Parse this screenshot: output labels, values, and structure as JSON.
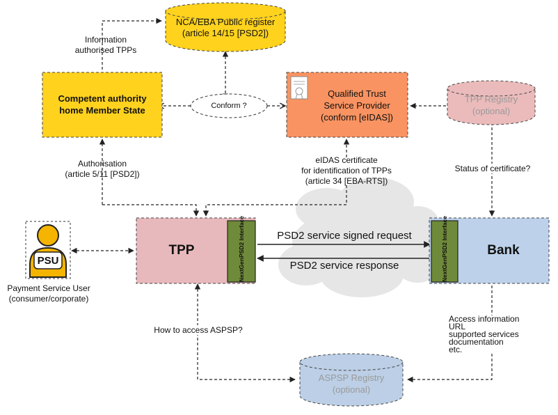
{
  "nodes": {
    "public_register": {
      "line1": "NCA/EBA Public register",
      "line2": "(article 14/15 [PSD2])"
    },
    "competent_authority": {
      "line1": "Competent authority",
      "line2": "home Member State"
    },
    "conform": {
      "label": "Conform ?"
    },
    "qtsp": {
      "line1": "Qualified Trust",
      "line2": "Service Provider",
      "line3": "(conform [eIDAS])"
    },
    "tpp_registry": {
      "line1": "TPP Registry",
      "line2": "(optional)"
    },
    "tpp": {
      "label": "TPP",
      "interface": "NextGenPSD2 Interface"
    },
    "bank": {
      "label": "Bank",
      "interface": "NextGenPSD2 Interface"
    },
    "aspsp_registry": {
      "line1": "ASPSP Registry",
      "line2": "(optional)"
    },
    "psu": {
      "badge": "PSU",
      "caption1": "Payment Service User",
      "caption2": "(consumer/corporate)"
    }
  },
  "edge_labels": {
    "information": {
      "line1": "Information",
      "line2": "authorised TPPs"
    },
    "authorisation": {
      "line1": "Authorisation",
      "line2": "(article 5/11 [PSD2])"
    },
    "eidas_cert": {
      "line1": "eIDAS certificate",
      "line2": "for identification of TPPs",
      "line3": "(article 34 [EBA-RTS])"
    },
    "status_cert": {
      "label": "Status of certificate?"
    },
    "signed_request": {
      "label": "PSD2 service signed request"
    },
    "response": {
      "label": "PSD2 service response"
    },
    "how_access": {
      "label": "How to access ASPSP?"
    },
    "access_info": {
      "line1": "Access information",
      "line2": "URL",
      "line3": "supported services",
      "line4": "documentation",
      "line5": "etc."
    }
  },
  "colors": {
    "yellow": "#FFD21E",
    "orange": "#F99361",
    "pink_fill": "#EBBBBB",
    "tpp_fill": "#E8B9BC",
    "bank_fill": "#BDD2EA",
    "aspsp_fill": "#BCCFE6",
    "green": "#6F8A3A",
    "faded_text": "#9A9A9A"
  }
}
